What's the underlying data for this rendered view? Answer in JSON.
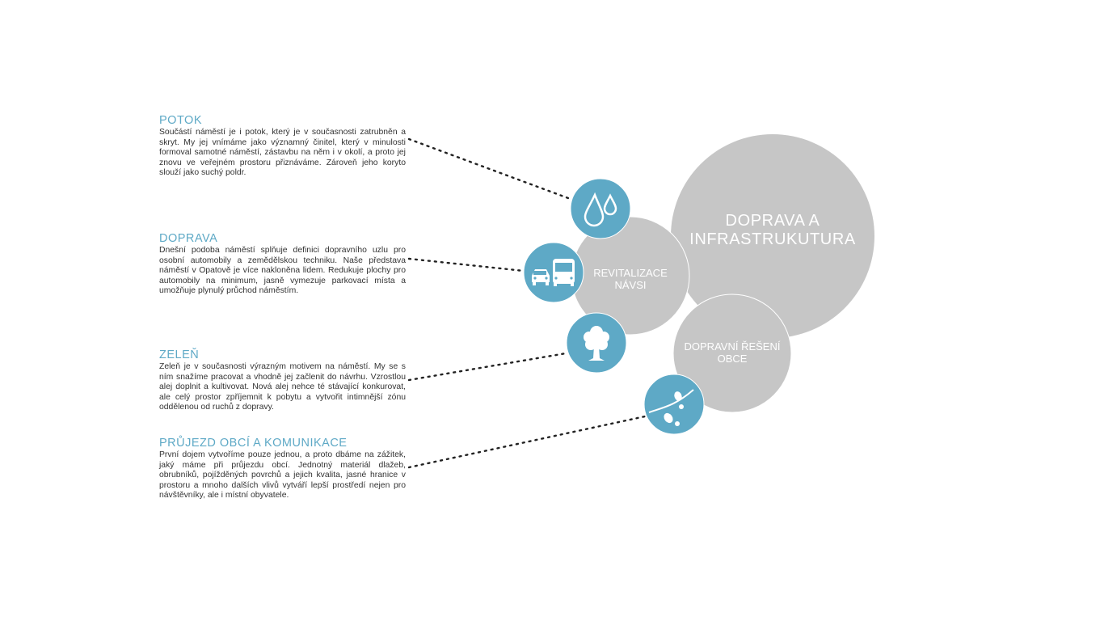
{
  "sections": [
    {
      "title": "POTOK",
      "text": "Součástí náměstí je i potok, který je v současnosti zatrubněn a skryt. My jej vnímáme jako významný činitel, který v minulosti formoval samotné náměstí, zástavbu na něm i v okolí, a proto jej znovu ve veřejném prostoru přiznáváme. Zároveň jeho koryto slouží jako suchý poldr.",
      "icon": "water-drops-icon"
    },
    {
      "title": "DOPRAVA",
      "text": "Dnešní podoba náměstí splňuje definici dopravního uzlu pro osobní automobily a zemědělskou techniku. Naše představa náměstí v Opatově je více nakloněna lidem. Redukuje plochy pro automobily na minimum, jasně vymezuje parkovací místa a umožňuje plynulý průchod náměstím.",
      "icon": "car-bus-icon"
    },
    {
      "title": "ZELEŇ",
      "text": "Zeleň je v současnosti výrazným motivem na náměstí. My se s ním snažíme pracovat a vhodně jej začlenit do návrhu. Vzrostlou alej doplnit a kultivovat. Nová alej nehce té stávající konkurovat, ale celý prostor zpříjemnit k pobytu a vytvořit intimnější zónu oddělenou od ruchů z dopravy.",
      "icon": "tree-icon"
    },
    {
      "title": "PRŮJEZD OBCÍ A KOMUNIKACE",
      "text": "První dojem vytvoříme pouze jednou, a proto dbáme na zážitek, jaký máme při průjezdu obcí. Jednotný materiál dlažeb, obrubníků, pojížděných povrchů a jejich kvalita, jasné hranice v prostoru a mnoho dalších vlivů vytváří lepší prostředí nejen pro návštěvníky, ale i místní obyvatele.",
      "icon": "footsteps-icon"
    }
  ],
  "circles": {
    "main": "DOPRAVA A INFRASTRUKUTURA",
    "revitalizace_line1": "REVITALIZACE",
    "revitalizace_line2": "NÁVSI",
    "reseni_line1": "DOPRAVNÍ ŘEŠENÍ",
    "reseni_line2": "OBCE"
  },
  "colors": {
    "accent": "#5ea9c6",
    "grey": "#c6c6c6"
  }
}
